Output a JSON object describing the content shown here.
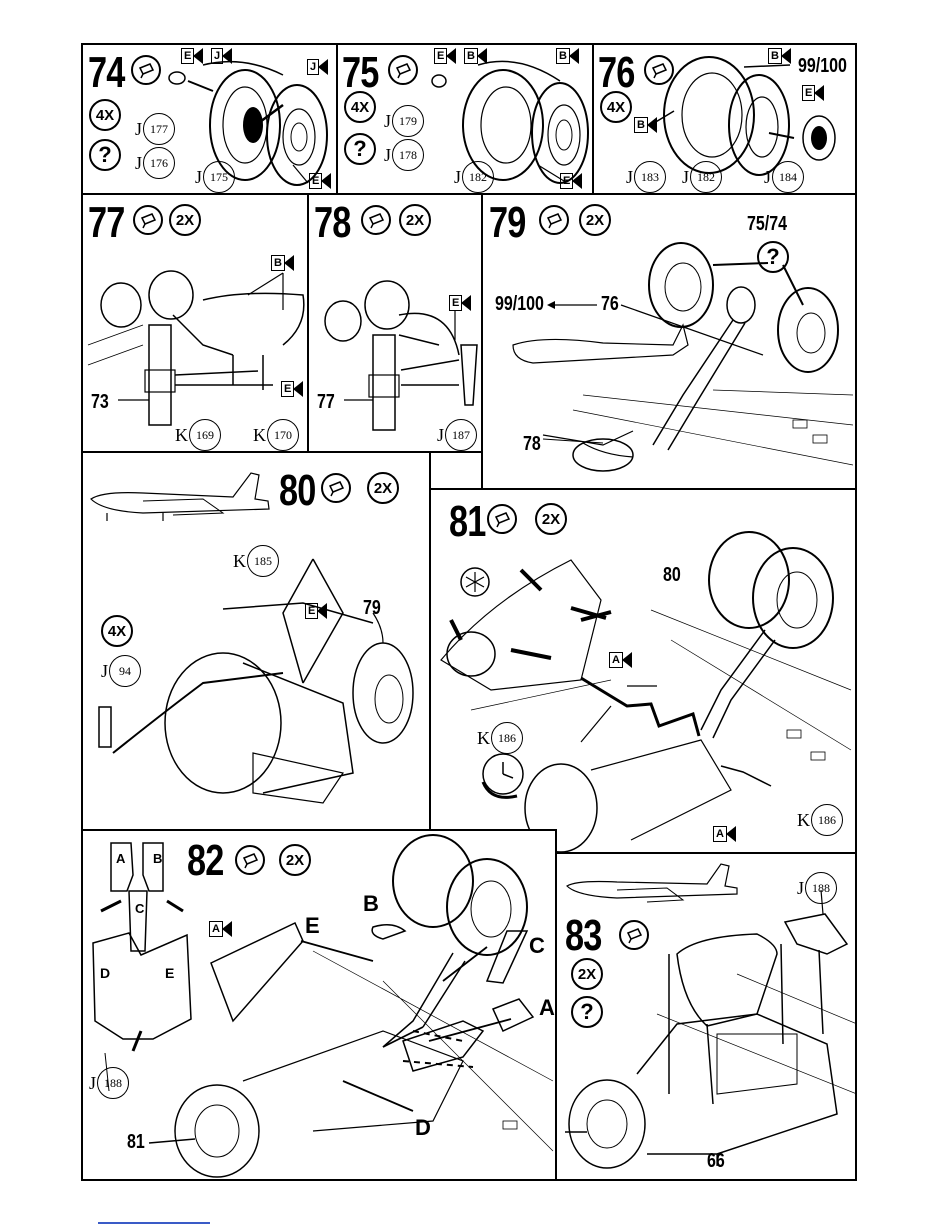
{
  "steps": {
    "s74": {
      "num": "74",
      "mult": "4X",
      "help": "?",
      "parts": [
        "177",
        "176",
        "175"
      ],
      "flags": [
        "E",
        "J",
        "J",
        "E"
      ]
    },
    "s75": {
      "num": "75",
      "mult": "4X",
      "help": "?",
      "parts": [
        "179",
        "178",
        "182"
      ],
      "flags": [
        "E",
        "B",
        "B",
        "E"
      ]
    },
    "s76": {
      "num": "76",
      "mult": "4X",
      "ref": "99/100",
      "parts": [
        "183",
        "182",
        "184"
      ],
      "flags": [
        "B",
        "B",
        "E"
      ]
    },
    "s77": {
      "num": "77",
      "mult": "2X",
      "ref": "73",
      "parts": [
        "169",
        "170"
      ],
      "flags": [
        "B",
        "E"
      ]
    },
    "s78": {
      "num": "78",
      "mult": "2X",
      "ref": "77",
      "parts": [
        "187"
      ],
      "flags": [
        "E"
      ]
    },
    "s79": {
      "num": "79",
      "mult": "2X",
      "help": "?",
      "ref_top": "75/74",
      "ref_left": "99/100",
      "ref_mid": "76",
      "ref_bottom": "78"
    },
    "s80": {
      "num": "80",
      "mult": "2X",
      "mult2": "4X",
      "ref": "79",
      "parts": [
        "185",
        "94"
      ],
      "flags": [
        "E"
      ]
    },
    "s81": {
      "num": "81",
      "mult": "2X",
      "ref": "80",
      "parts": [
        "186",
        "186"
      ],
      "flags": [
        "A",
        "A"
      ]
    },
    "s82": {
      "num": "82",
      "mult": "2X",
      "ref": "81",
      "parts": [
        "188"
      ],
      "flags": [
        "A"
      ],
      "letters": [
        "A",
        "B",
        "C",
        "D",
        "E"
      ],
      "callouts": [
        "E",
        "B",
        "C",
        "A",
        "D"
      ]
    },
    "s83": {
      "num": "83",
      "mult": "2X",
      "help": "?",
      "ref": "66",
      "parts": [
        "188"
      ]
    }
  },
  "part_prefix": {
    "j": "J",
    "k": "K"
  }
}
